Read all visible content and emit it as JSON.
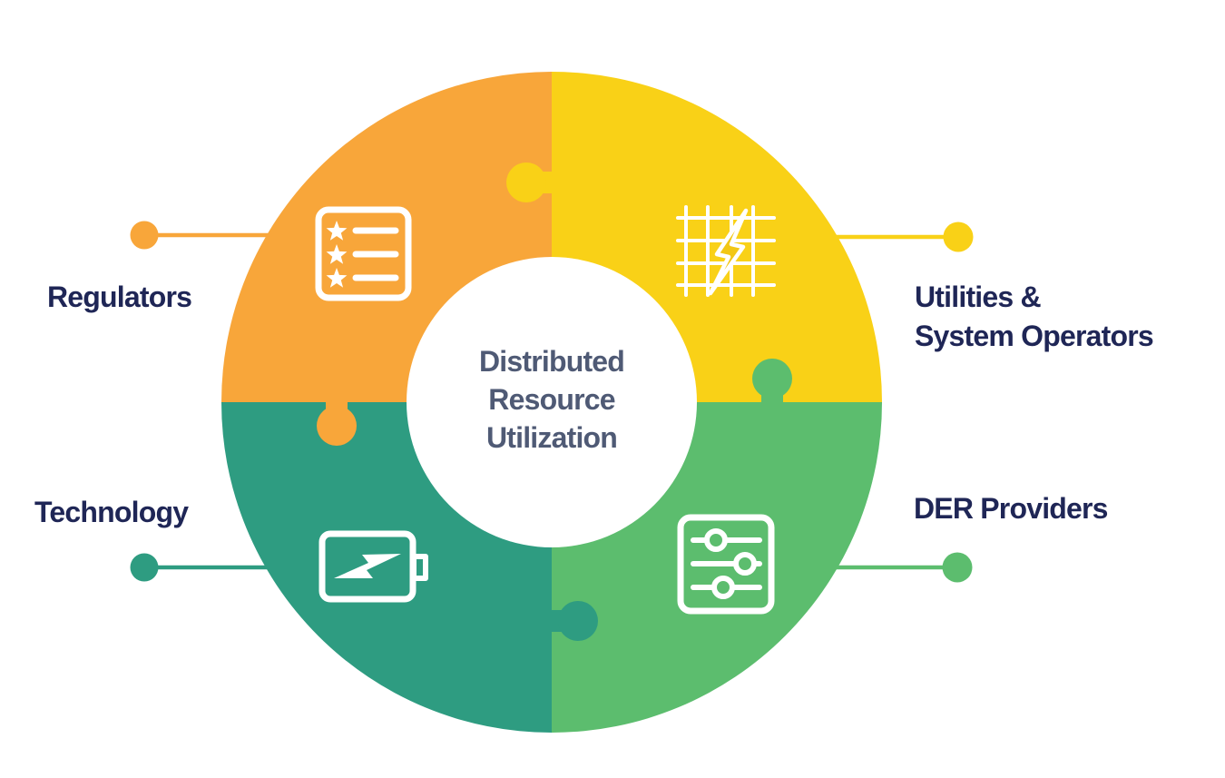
{
  "page": {
    "background": "#FFFFFF"
  },
  "diagram": {
    "type": "puzzle-wheel",
    "label_color": "#1F2656",
    "icon_color": "#FFFFFF",
    "center": {
      "lines": [
        "Distributed",
        "Resource",
        "Utilization"
      ],
      "text_color": "#4F5A75",
      "circle_color": "#FFFFFF"
    },
    "segments": [
      {
        "name": "Regulators",
        "position": "top-left",
        "color": "#F8A63A",
        "icon": "star-checklist-icon",
        "lines": [
          "Regulators"
        ]
      },
      {
        "name": "Utilities & System Operators",
        "position": "top-right",
        "color": "#F9D117",
        "icon": "power-grid-lightning-icon",
        "icon_accent": "#F2C714",
        "lines": [
          "Utilities &",
          "System Operators"
        ]
      },
      {
        "name": "Technology",
        "position": "bottom-left",
        "color": "#2E9C81",
        "icon": "battery-lightning-icon",
        "lines": [
          "Technology"
        ]
      },
      {
        "name": "DER Providers",
        "position": "bottom-right",
        "color": "#5CBD6E",
        "icon": "sliders-icon",
        "lines": [
          "DER Providers"
        ]
      }
    ]
  }
}
